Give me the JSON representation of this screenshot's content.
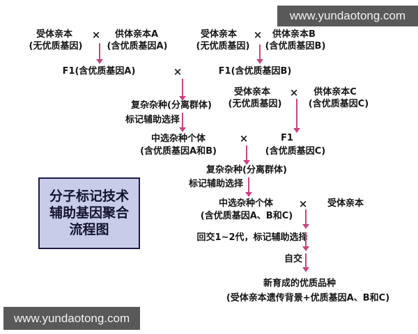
{
  "watermarks": {
    "top": "www.yundaotong.com",
    "bottom": "www.yundaotong.com"
  },
  "symbols": {
    "cross": "×"
  },
  "colors": {
    "arrow_color": "#c9457f",
    "title_box_fill": "#c8cce9",
    "title_box_border": "#1b1b44",
    "watermark_bg": "#595959",
    "watermark_text": "#f2f2f2",
    "text_color": "#151515"
  },
  "title_box": {
    "line1": "分子标记技术",
    "line2": "辅助基因聚合",
    "line3": "流程图"
  },
  "nodes": {
    "recipient_a": "受体亲本",
    "recipient_a_sub": "(无优质基因)",
    "donor_a": "供体亲本A",
    "donor_a_sub": "(含优质基因A)",
    "recipient_b": "受体亲本",
    "recipient_b_sub": "(无优质基因)",
    "donor_b": "供体亲本B",
    "donor_b_sub": "(含优质基因B)",
    "f1_a": "F1(含优质基因A)",
    "f1_b": "F1(含优质基因B)",
    "recipient_c": "受体亲本",
    "recipient_c_sub": "(无优质基因)",
    "donor_c": "供体亲本C",
    "donor_c_sub": "(含优质基因C)",
    "complex_hybrid_1": "复杂杂种(分离群体)",
    "mas_1": "标记辅助选择",
    "selected_1": "中选杂种个体",
    "selected_1_sub": "(含优质基因A和B)",
    "f1_c": "F1",
    "f1_c_sub": "(含优质基因C)",
    "complex_hybrid_2": "复杂杂种(分离群体)",
    "mas_2": "标记辅助选择",
    "selected_2": "中选杂种个体",
    "selected_2_sub": "(含优质基因A、B和C)",
    "recipient_final": "受体亲本",
    "backcross": "回交1~2代，标记辅助选择",
    "selfing": "自交",
    "final_variety": "新育成的优质品种",
    "final_variety_sub": "(受体亲本遗传背景+优质基因A、B和C)"
  }
}
